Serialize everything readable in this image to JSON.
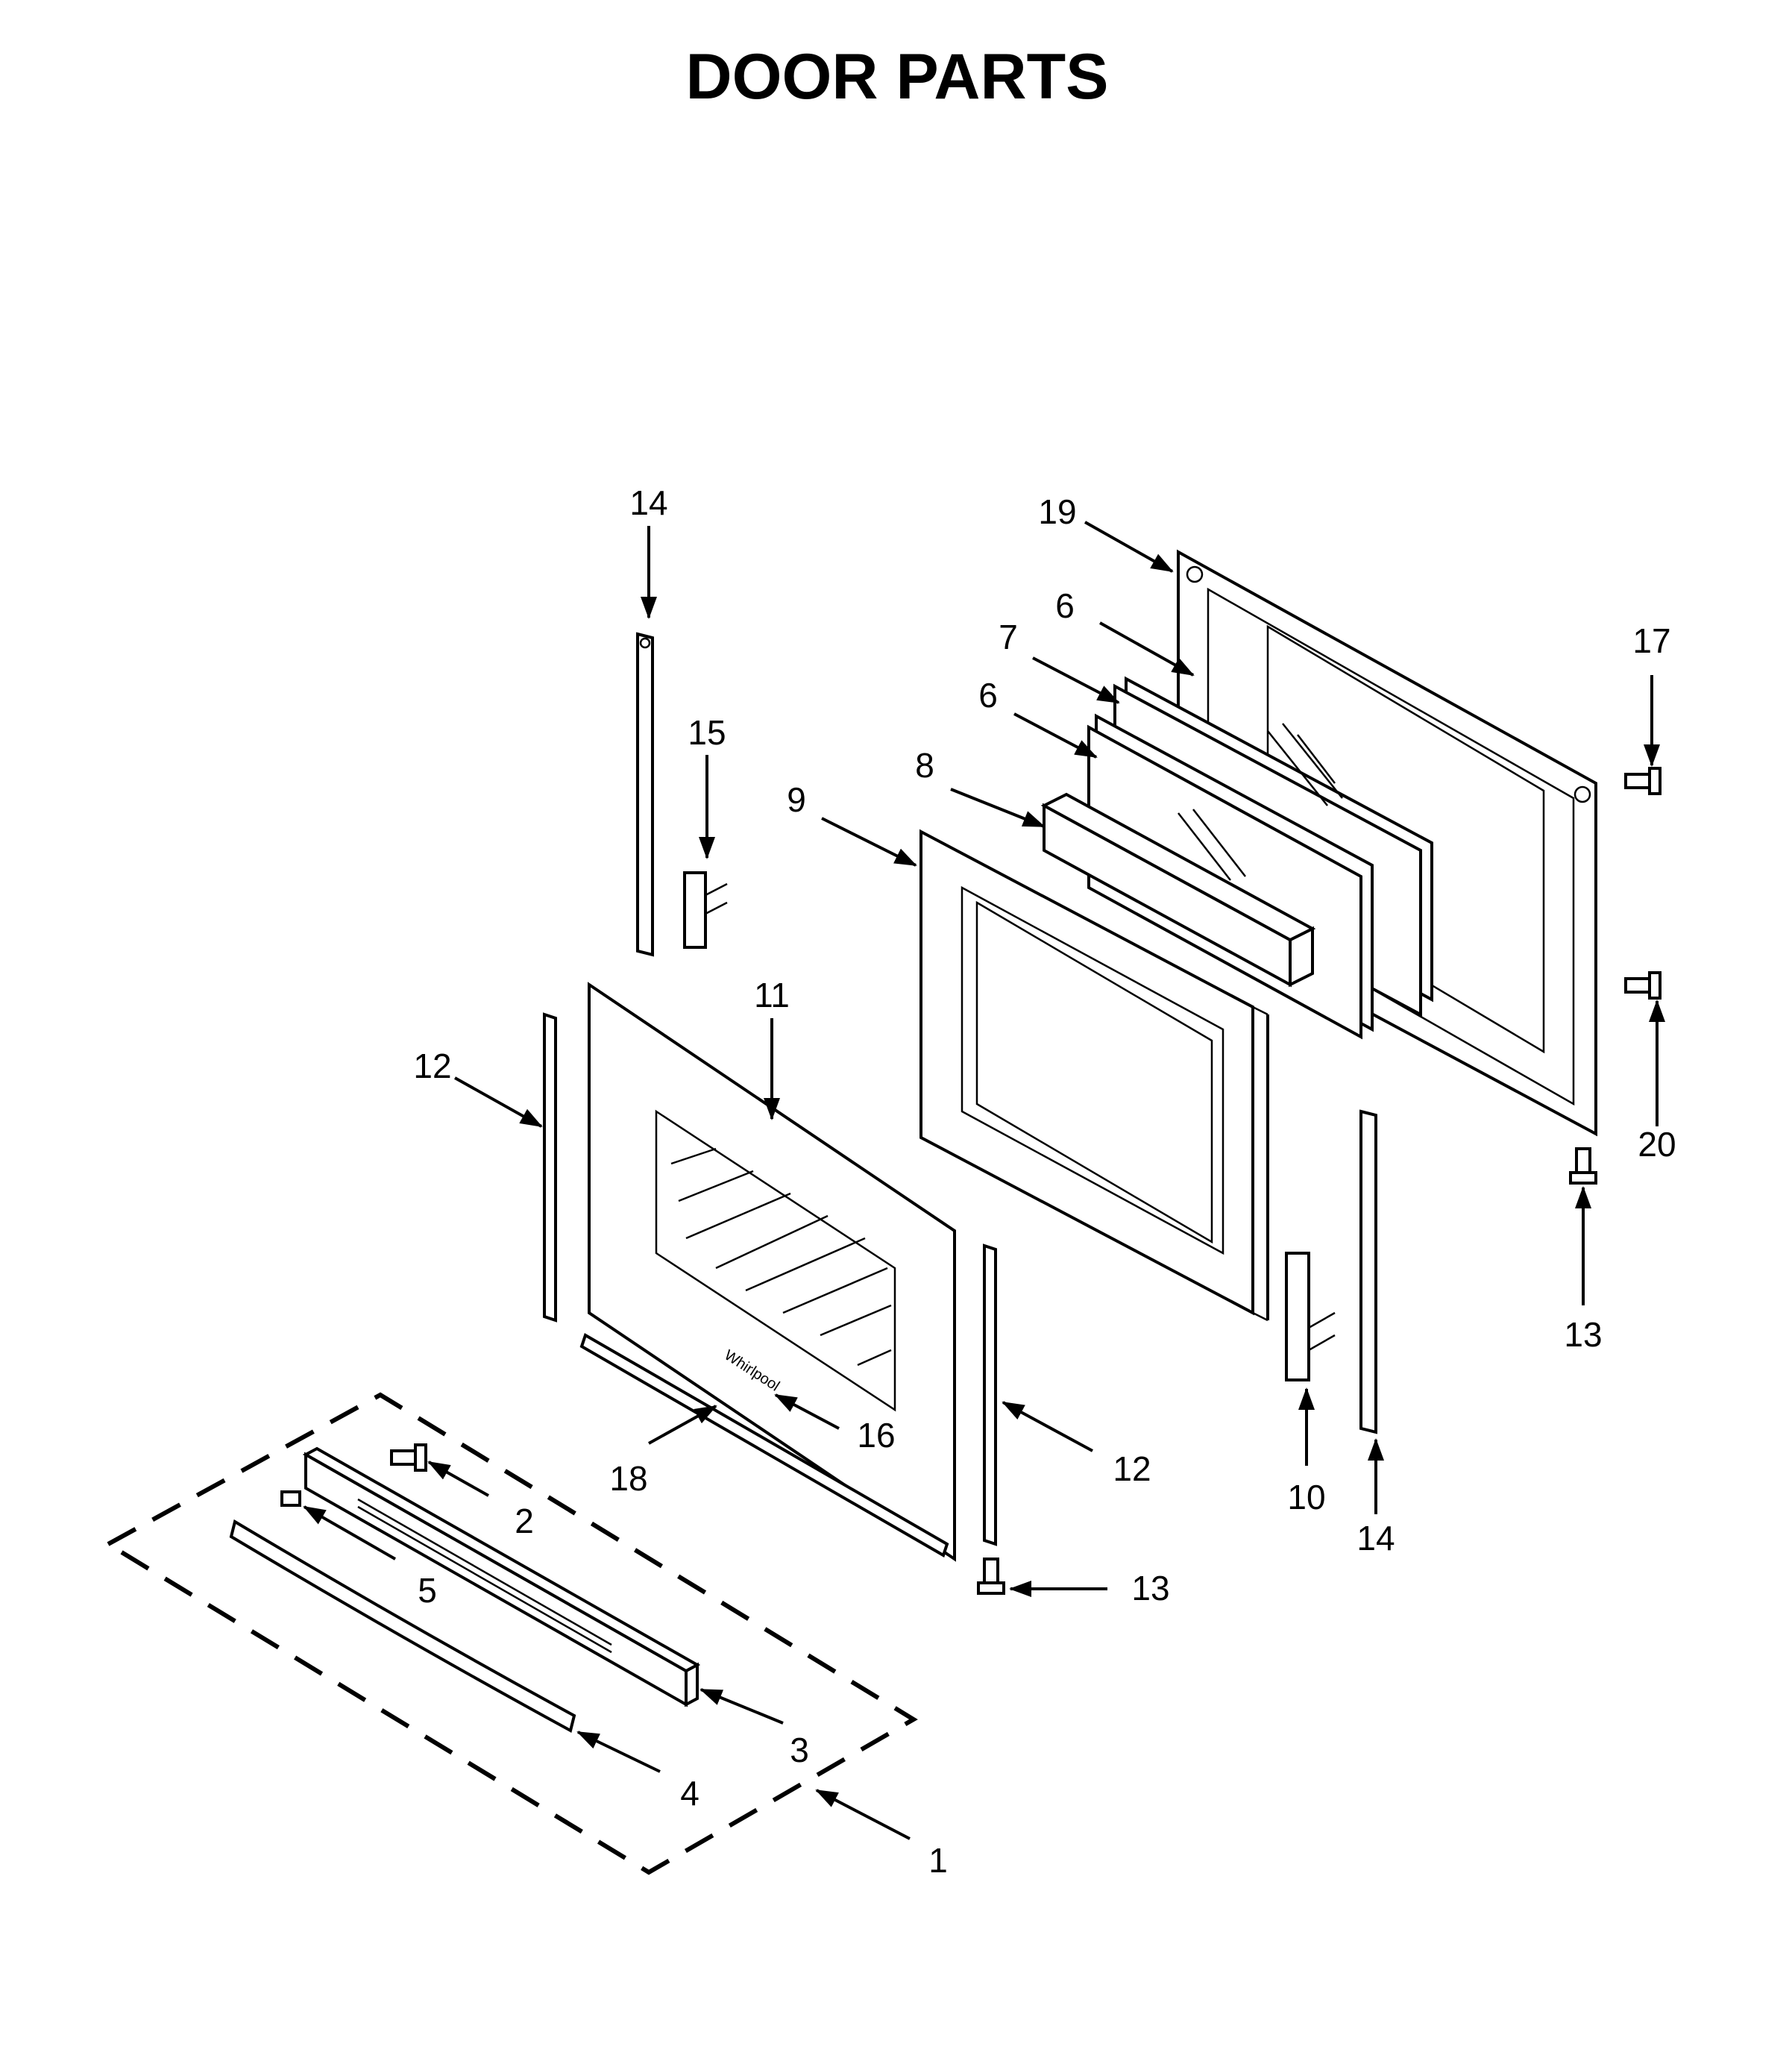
{
  "title": "DOOR PARTS",
  "callouts": {
    "c1": "1",
    "c2": "2",
    "c3": "3",
    "c4": "4",
    "c5": "5",
    "c6a": "6",
    "c6b": "6",
    "c7": "7",
    "c8": "8",
    "c9": "9",
    "c10": "10",
    "c11": "11",
    "c12a": "12",
    "c12b": "12",
    "c13a": "13",
    "c13b": "13",
    "c14a": "14",
    "c14b": "14",
    "c15": "15",
    "c16": "16",
    "c17": "17",
    "c18": "18",
    "c19": "19",
    "c20": "20"
  }
}
